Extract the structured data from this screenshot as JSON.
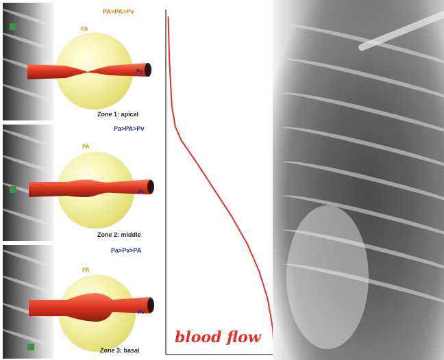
{
  "zones": [
    {
      "name": "Zone 1: apical",
      "order": [
        "PA",
        ">",
        "PA",
        ">",
        "Pv"
      ],
      "order_text": "PA>PA>Pv",
      "pa_label": "PA",
      "pv_label": "Pv",
      "vessel_state": "collapsed"
    },
    {
      "name": "Zone 2: middle",
      "order_text": "Pa>PA>Pv",
      "pa_label": "PA",
      "pv_label": "Pv",
      "vessel_state": "partially open"
    },
    {
      "name": "Zone 3: basal",
      "order_text": "Pa>Pv>PA",
      "pa_label": "PA",
      "pv_label": "Pv",
      "vessel_state": "distended"
    }
  ],
  "graph": {
    "xlabel": "blood flow",
    "curve_color": "#e3302b",
    "axis_color": "#555555",
    "curve_x_fraction": [
      0.02,
      0.03,
      0.05,
      0.08,
      0.13,
      0.25,
      0.4,
      0.55,
      0.68,
      0.78,
      0.85,
      0.89,
      0.9,
      0.9
    ],
    "curve_y_fraction": [
      0.02,
      0.15,
      0.28,
      0.34,
      0.38,
      0.44,
      0.52,
      0.6,
      0.68,
      0.76,
      0.84,
      0.92,
      0.97,
      1.0
    ]
  },
  "colors": {
    "vessel": "#d9321f",
    "sphere": "#f2efa6",
    "arterial_text": "#c88a12",
    "venous_text": "#1f2b84"
  },
  "icons": [
    "lung-thumbnail-icon",
    "alveolus-icon",
    "capillary-icon",
    "chest-xray-icon"
  ]
}
